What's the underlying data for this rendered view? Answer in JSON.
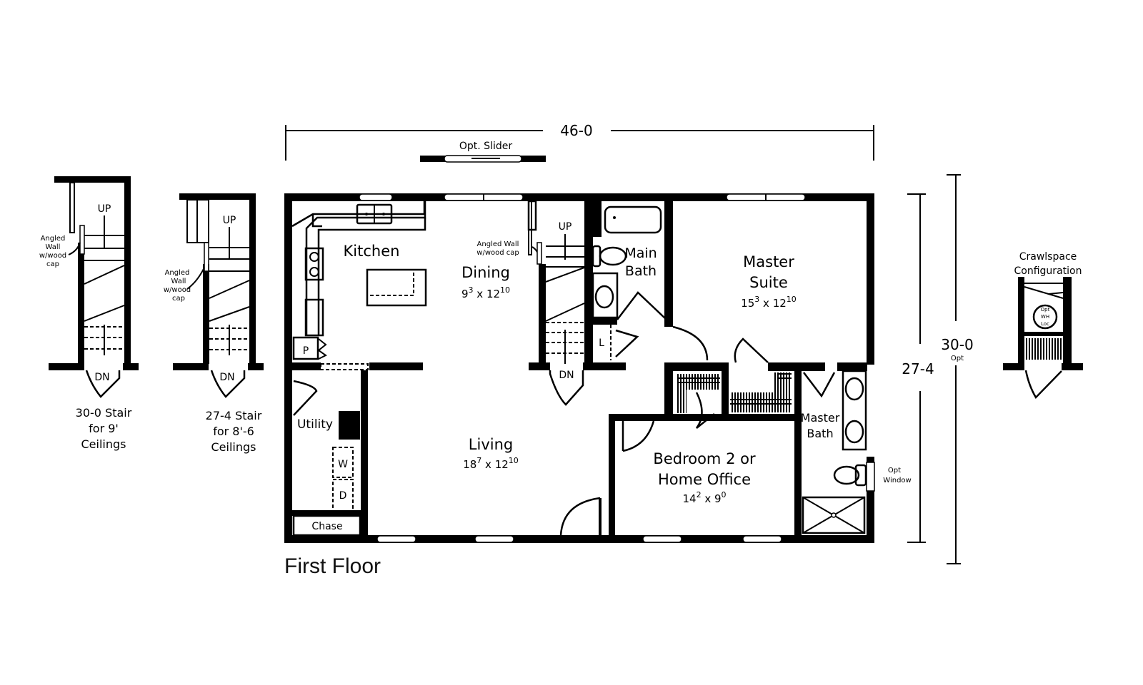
{
  "plan": {
    "title": "First Floor",
    "overall_width": "46-0",
    "overall_depth": "27-4",
    "optional_depth": "30-0",
    "optional_depth_note": "Opt",
    "opt_slider_label": "Opt. Slider",
    "opt_window_label_1": "Opt",
    "opt_window_label_2": "Window"
  },
  "rooms": {
    "kitchen": {
      "name": "Kitchen"
    },
    "dining": {
      "name": "Dining",
      "w": "9",
      "w_in": "3",
      "d": "12",
      "d_in": "10"
    },
    "living": {
      "name": "Living",
      "w": "18",
      "w_in": "7",
      "d": "12",
      "d_in": "10"
    },
    "master_suite": {
      "name_1": "Master",
      "name_2": "Suite",
      "w": "15",
      "w_in": "3",
      "d": "12",
      "d_in": "10"
    },
    "bedroom2": {
      "name_1": "Bedroom 2 or",
      "name_2": "Home Office",
      "w": "14",
      "w_in": "2",
      "d": "9",
      "d_in": "0"
    },
    "main_bath": {
      "name_1": "Main",
      "name_2": "Bath"
    },
    "master_bath": {
      "name_1": "Master",
      "name_2": "Bath"
    },
    "utility": {
      "name": "Utility"
    },
    "chase": {
      "name": "Chase"
    },
    "pantry": {
      "label": "P"
    },
    "linen": {
      "label": "L"
    },
    "washer": {
      "label": "W"
    },
    "dryer": {
      "label": "D"
    }
  },
  "stairs": {
    "up_label": "UP",
    "down_label": "DN",
    "angled_wall_1": "Angled Wall",
    "angled_wall_2": "w/wood cap",
    "angled_a": "Angled",
    "angled_b": "Wall",
    "angled_c": "w/wood",
    "angled_d": "cap"
  },
  "options": {
    "stair_30": {
      "line_1": "30-0 Stair",
      "line_2": "for 9'",
      "line_3": "Ceilings"
    },
    "stair_27": {
      "line_1": "27-4 Stair",
      "line_2": "for 8'-6",
      "line_3": "Ceilings"
    },
    "crawlspace": {
      "line_1": "Crawlspace",
      "line_2": "Configuration",
      "wh_1": "Opt",
      "wh_2": "WH",
      "wh_3": "Loc"
    }
  }
}
